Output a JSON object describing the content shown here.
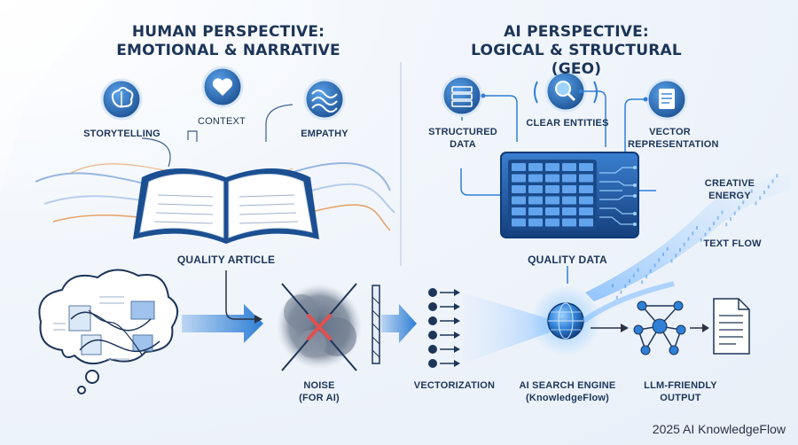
{
  "human": {
    "title_line1": "HUMAN PERSPECTIVE:",
    "title_line2": "EMOTIONAL & NARRATIVE",
    "storytelling": "STORYTELLING",
    "context": "CONTEXT",
    "empathy": "EMPATHY",
    "quality_article": "QUALITY ARTICLE"
  },
  "ai": {
    "title_line1": "AI PERSPECTIVE:",
    "title_line2": "LOGICAL & STRUCTURAL (GEO)",
    "structured_data_1": "STRUCTURED",
    "structured_data_2": "DATA",
    "clear_entities": "CLEAR ENTITIES",
    "vector_rep_1": "VECTOR",
    "vector_rep_2": "REPRESENTATION",
    "creative_energy_1": "CREATIVE",
    "creative_energy_2": "ENERGY",
    "text_flow": "TEXT FLOW",
    "quality_data": "QUALITY DATA"
  },
  "pipeline": {
    "noise_1": "NOISE",
    "noise_2": "(FOR AI)",
    "vectorization": "VECTORIZATION",
    "engine_1": "AI SEARCH ENGINE",
    "engine_2": "(KnowledgeFlow)",
    "output_1": "LLM-FRIENDLY",
    "output_2": "OUTPUT"
  },
  "footer": "2025 AI KnowledgeFlow",
  "icons": [
    "brain-icon",
    "heart-icon",
    "wave-icon",
    "database-icon",
    "magnifier-icon",
    "document-icon",
    "chip-icon",
    "cloud-icon",
    "globe-icon",
    "network-icon"
  ],
  "colors": {
    "navy": "#1c3558",
    "accent": "#2f7fd6",
    "orange": "#e58a3c",
    "red": "#e05050"
  }
}
